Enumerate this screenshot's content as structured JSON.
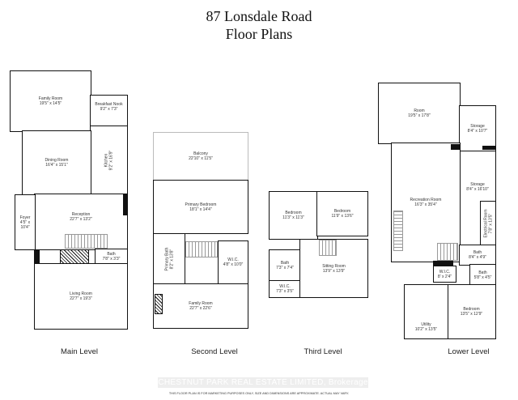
{
  "header": {
    "title": "87 Lonsdale Road",
    "subtitle": "Floor Plans"
  },
  "levels": {
    "main": {
      "label": "Main Level",
      "rooms": [
        {
          "name": "Family Room",
          "dims": "19'5\" x 14'5\""
        },
        {
          "name": "Breakfast Nook",
          "dims": "9'2\" x 7'3\""
        },
        {
          "name": "Kitchen",
          "dims": "9'2\" x 16'9\""
        },
        {
          "name": "Dining Room",
          "dims": "16'4\" x 15'1\""
        },
        {
          "name": "Reception",
          "dims": "22'7\" x 13'2\""
        },
        {
          "name": "Foyer",
          "dims": "4'5\" x 10'4\""
        },
        {
          "name": "Bath",
          "dims": "7'8\" x 3'3\""
        },
        {
          "name": "Living Room",
          "dims": "22'7\" x 19'3\""
        }
      ]
    },
    "second": {
      "label": "Second Level",
      "rooms": [
        {
          "name": "Balcony",
          "dims": "22'10\" x 11'5\""
        },
        {
          "name": "Primary Bedroom",
          "dims": "18'1\" x 14'4\""
        },
        {
          "name": "Primary Bath",
          "dims": "8'2\" x 13'8\""
        },
        {
          "name": "W.I.C.",
          "dims": "4'8\" x 10'0\""
        },
        {
          "name": "Family Room",
          "dims": "22'7\" x 22'6\""
        }
      ]
    },
    "third": {
      "label": "Third Level",
      "rooms": [
        {
          "name": "Bedroom",
          "dims": "11'3\" x 11'3\""
        },
        {
          "name": "Bedroom",
          "dims": "11'9\" x 13'6\""
        },
        {
          "name": "Bath",
          "dims": "7'3\" x 7'4\""
        },
        {
          "name": "W.I.C.",
          "dims": "7'3\" x 3'5\""
        },
        {
          "name": "Sitting Room",
          "dims": "13'9\" x 13'9\""
        }
      ]
    },
    "lower": {
      "label": "Lower Level",
      "rooms": [
        {
          "name": "Room",
          "dims": "19'5\" x 17'8\""
        },
        {
          "name": "Storage",
          "dims": "8'4\" x 10'7\""
        },
        {
          "name": "Storage",
          "dims": "8'4\" x 16'10\""
        },
        {
          "name": "Electrical Room",
          "dims": "7'8\" x 13'5\""
        },
        {
          "name": "Recreation Room",
          "dims": "16'3\" x 35'4\""
        },
        {
          "name": "Bath",
          "dims": "8'4\" x 4'9\""
        },
        {
          "name": "W.I.C.",
          "dims": "8' x 2'4\""
        },
        {
          "name": "Bath",
          "dims": "5'8\" x 4'5\""
        },
        {
          "name": "Bedroom",
          "dims": "13'5\" x 12'9\""
        },
        {
          "name": "Utility",
          "dims": "10'2\" x 13'5\""
        }
      ]
    }
  },
  "footer": {
    "brokerage": "CHESTNUT PARK REAL ESTATE LIMITED, Brokerage",
    "disclaimer": "THIS FLOOR PLAN IS FOR MARKETING PURPOSES ONLY, SIZE AND DIMENSIONS ARE APPROXIMATE. ACTUAL MAY VARY."
  }
}
